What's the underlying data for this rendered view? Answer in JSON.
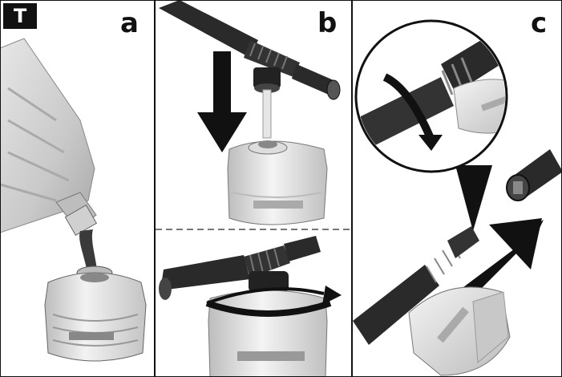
{
  "badge": "T",
  "panels": [
    {
      "id": "a",
      "label": "a"
    },
    {
      "id": "b",
      "label": "b"
    },
    {
      "id": "c",
      "label": "c"
    }
  ],
  "colors": {
    "ink": "#111111",
    "bottle": "#d8d8d8",
    "bottle_shadow": "#9a9a9a",
    "dark_part": "#2a2a2a",
    "light": "#f2f2f2"
  }
}
